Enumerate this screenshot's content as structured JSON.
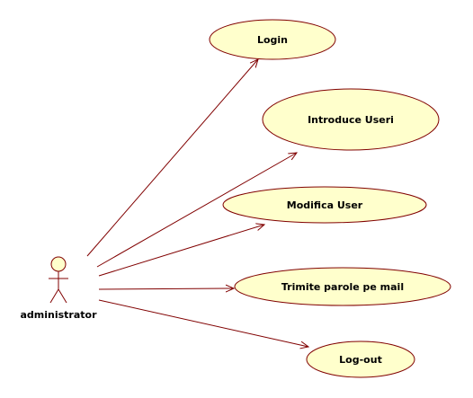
{
  "diagram": {
    "actor": {
      "name": "administrator",
      "icon": "stick-figure-actor-icon"
    },
    "use_cases": [
      {
        "id": "login",
        "label": "Login"
      },
      {
        "id": "introduce-useri",
        "label": "Introduce Useri"
      },
      {
        "id": "modifica-user",
        "label": "Modifica User"
      },
      {
        "id": "trimite-parole",
        "label": "Trimite parole pe mail"
      },
      {
        "id": "log-out",
        "label": "Log-out"
      }
    ],
    "associations": [
      {
        "from": "administrator",
        "to": "login"
      },
      {
        "from": "administrator",
        "to": "introduce-useri"
      },
      {
        "from": "administrator",
        "to": "modifica-user"
      },
      {
        "from": "administrator",
        "to": "trimite-parole"
      },
      {
        "from": "administrator",
        "to": "log-out"
      }
    ],
    "colors": {
      "use_case_fill": "#ffffcc",
      "use_case_stroke": "#800000",
      "association_line": "#800000",
      "actor_fill": "#ffffcc",
      "actor_stroke": "#800000"
    }
  }
}
